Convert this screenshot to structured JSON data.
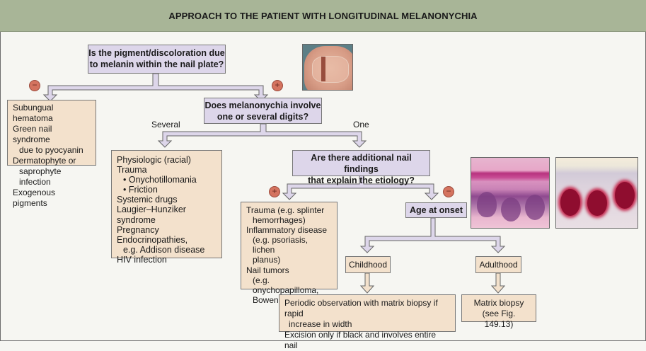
{
  "title": "APPROACH TO THE PATIENT WITH LONGITUDINAL MELANONYCHIA",
  "colors": {
    "header_bg": "#a8b597",
    "question_box": "#ddd6ea",
    "answer_box": "#f3e1cc",
    "connector_fill": "#ddd6ea",
    "sign_circle": "#d4735f",
    "background": "#f6f6f2"
  },
  "nodes": {
    "q1": {
      "lines": [
        "Is the pigment/discoloration due",
        "to melanin within the nail plate?"
      ]
    },
    "q1_negative": {
      "lines": [
        "Subungual hematoma",
        "Green nail syndrome",
        "  due to pyocyanin",
        "Dermatophyte or",
        "  saprophyte infection",
        "Exogenous pigments"
      ]
    },
    "q2": {
      "lines": [
        "Does melanonychia involve",
        "one or several digits?"
      ]
    },
    "q2_several": {
      "lines": [
        "Physiologic (racial)",
        "Trauma",
        "  • Onychotillomania",
        "  • Friction",
        "Systemic drugs",
        "Laugier–Hunziker syndrome",
        "Pregnancy",
        "Endocrinopathies,",
        "  e.g. Addison disease",
        "HIV infection"
      ]
    },
    "q3": {
      "lines": [
        "Are there additional nail findings",
        "that explain the etiology?"
      ]
    },
    "q3_positive": {
      "lines": [
        "Trauma (e.g. splinter",
        "  hemorrhages)",
        "Inflammatory disease",
        "  (e.g. psoriasis, lichen",
        "  planus)",
        "Nail tumors",
        "  (e.g. onychopapilloma,",
        "  Bowen disease)"
      ]
    },
    "q4": {
      "lines": [
        "Age at onset"
      ]
    },
    "childhood": {
      "label": "Childhood"
    },
    "adulthood": {
      "label": "Adulthood"
    },
    "childhood_action": {
      "lines": [
        "Periodic observation with matrix biopsy if rapid",
        "  increase in width",
        "Excision only if black and involves entire nail"
      ]
    },
    "adulthood_action": {
      "lines": [
        "Matrix biopsy",
        "(see Fig. 149.13)"
      ]
    }
  },
  "edge_labels": {
    "several": "Several",
    "one": "One"
  },
  "signs": {
    "minus": "−",
    "plus": "+"
  },
  "images": [
    {
      "name": "nail-photo",
      "depicts": "thumbnail with longitudinal brown band"
    },
    {
      "name": "histology-he",
      "depicts": "H&E histology section"
    },
    {
      "name": "histology-ihc",
      "depicts": "immunohistochemistry red-stained nests"
    }
  ]
}
